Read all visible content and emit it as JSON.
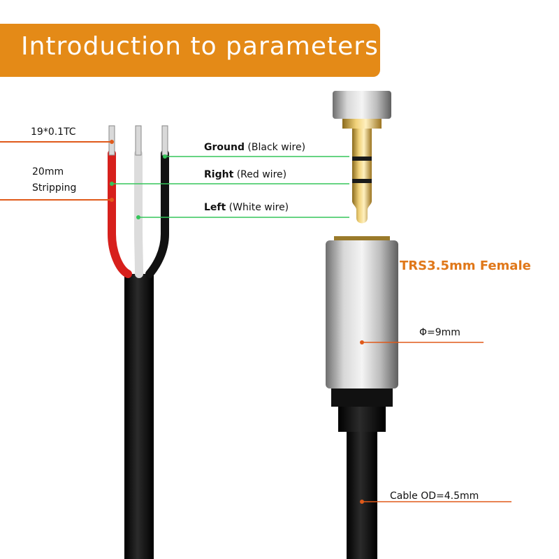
{
  "banner": {
    "title": "Introduction to parameters"
  },
  "labels": {
    "strand": "19*0.1TC",
    "stripping_line1": "20mm",
    "stripping_line2": "Stripping",
    "ground_name": "Ground",
    "ground_desc": "(Black wire)",
    "right_name": "Right",
    "right_desc": "(Red wire)",
    "left_name": "Left",
    "left_desc": "(White wire)",
    "connector_type": "TRS3.5mm Female",
    "diameter": "Φ=9mm",
    "cable_od": "Cable OD=4.5mm"
  },
  "colors": {
    "banner": "#e48a17",
    "callout_orange": "#e05a1a",
    "callout_green": "#35c55a",
    "red_wire": "#d7201c",
    "white_wire": "#d9d9d9",
    "black_wire": "#111111"
  }
}
